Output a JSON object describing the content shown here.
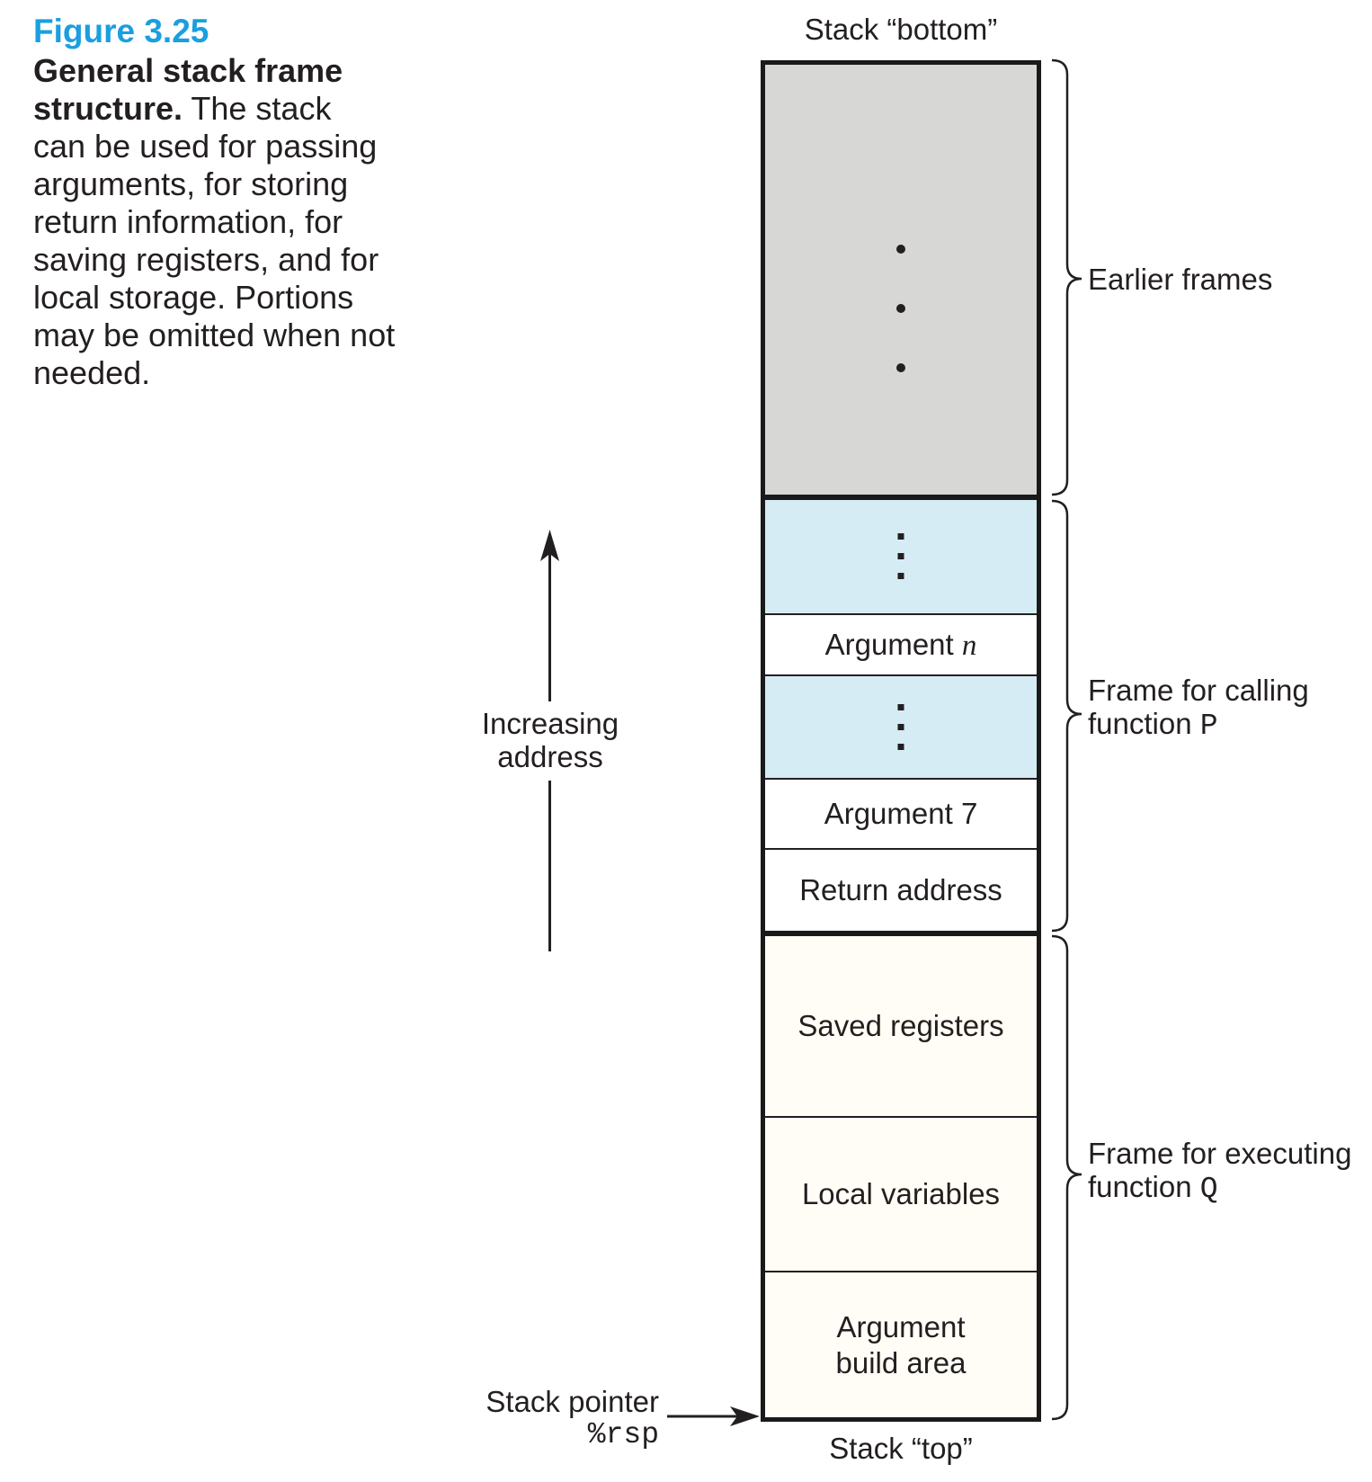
{
  "caption": {
    "figure_label": "Figure 3.25",
    "lines": [
      {
        "bold": "General stack frame",
        "regular": ""
      },
      {
        "bold": "structure.",
        "regular": " The stack"
      },
      {
        "bold": "",
        "regular": "can be used for passing"
      },
      {
        "bold": "",
        "regular": "arguments, for storing"
      },
      {
        "bold": "",
        "regular": "return information, for"
      },
      {
        "bold": "",
        "regular": "saving registers, and for"
      },
      {
        "bold": "",
        "regular": "local storage. Portions"
      },
      {
        "bold": "",
        "regular": "may be omitted when not"
      },
      {
        "bold": "",
        "regular": "needed."
      }
    ]
  },
  "diagram": {
    "stack_bottom_label": "Stack “bottom”",
    "stack_top_label": "Stack “top”"
  },
  "stack": {
    "argument_n": {
      "prefix": "Argument ",
      "var": "n"
    },
    "argument_7": "Argument 7",
    "return_address": "Return address",
    "saved_registers": "Saved registers",
    "local_variables": "Local variables",
    "argument_build_area": {
      "line1": "Argument",
      "line2": "build area"
    }
  },
  "braces": {
    "earlier_frames": "Earlier frames",
    "frame_p_line1": "Frame for calling",
    "frame_p_line2_prefix": "function ",
    "frame_p_fn": "P",
    "frame_q_line1": "Frame for executing",
    "frame_q_line2_prefix": "function ",
    "frame_q_fn": "Q"
  },
  "pointers": {
    "increasing_address_line1": "Increasing",
    "increasing_address_line2": "address",
    "stack_pointer_label": "Stack pointer",
    "stack_pointer_register": "%rsp"
  },
  "colors": {
    "ink": "#231F20",
    "accent_cyan": "#1A9FE0",
    "gray_fill": "#D7D7D5",
    "blue_fill": "#D6ECF4",
    "ivory_fill": "#FFFDF5",
    "border_black": "#1A1A1A"
  }
}
